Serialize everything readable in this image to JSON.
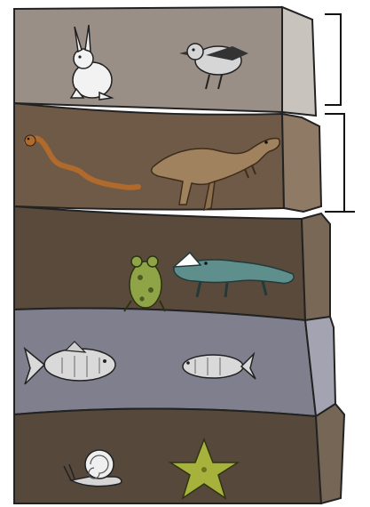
{
  "diagram": {
    "layers": [
      {
        "id": "layer-1",
        "color": "#9a8f87",
        "side": "#c9c3bd",
        "fossils": [
          "rabbit-icon",
          "bird-icon"
        ]
      },
      {
        "id": "layer-2",
        "color": "#6e5a47",
        "side": "#8f7a66",
        "fossils": [
          "snake-icon",
          "dinosaur-icon"
        ]
      },
      {
        "id": "layer-3",
        "color": "#5a4a3b",
        "side": "#7a6856",
        "fossils": [
          "frog-icon",
          "crocodile-icon"
        ]
      },
      {
        "id": "layer-4",
        "color": "#7f7f8e",
        "side": "#a3a3b1",
        "fossils": [
          "fish-icon",
          "small-fish-icon"
        ]
      },
      {
        "id": "layer-5",
        "color": "#56483b",
        "side": "#766656",
        "fossils": [
          "snail-icon",
          "starfish-icon"
        ]
      }
    ],
    "brackets": [
      "bracket-top",
      "bracket-middle"
    ]
  }
}
